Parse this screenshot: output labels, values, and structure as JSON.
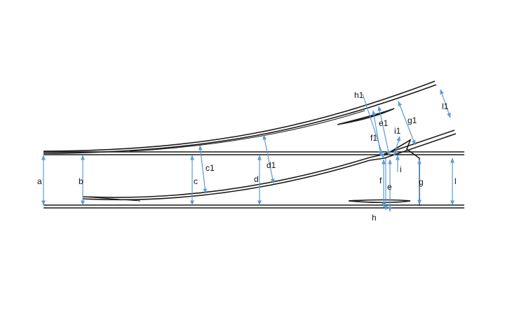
{
  "labels": {
    "a": "a",
    "b": "b",
    "c": "c",
    "d": "d",
    "e": "e",
    "f": "f",
    "g": "g",
    "h": "h",
    "i": "i",
    "l": "l",
    "c1": "c1",
    "d1": "d1",
    "e1": "e1",
    "f1": "f1",
    "g1": "g1",
    "h1": "h1",
    "i1": "i1",
    "l1": "l1"
  },
  "colors": {
    "rail": "#1a1a1a",
    "dimension": "#5b9bd5",
    "text": "#111111"
  }
}
